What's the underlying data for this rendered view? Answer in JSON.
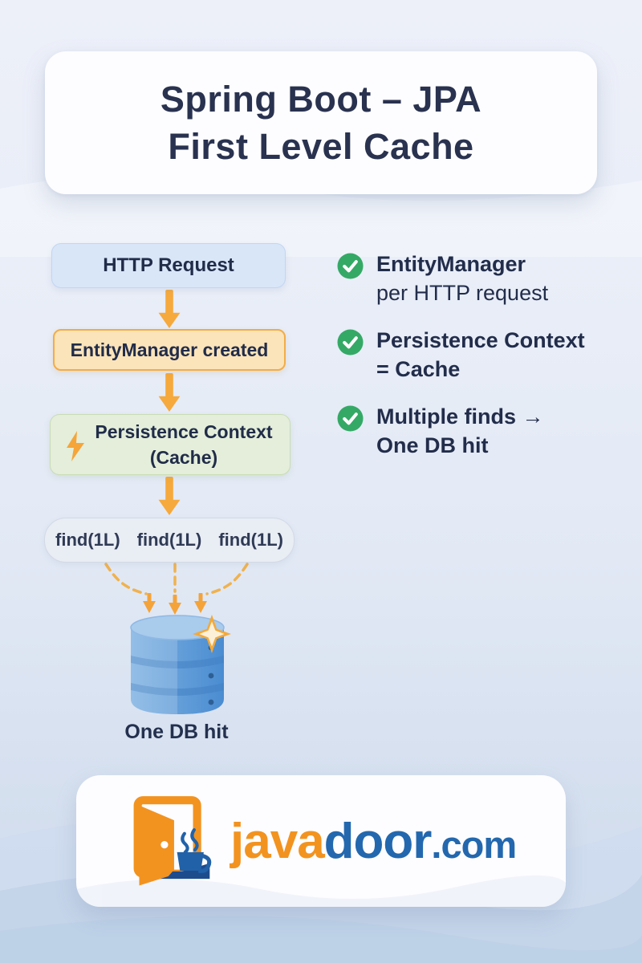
{
  "title": {
    "line1": "Spring Boot – JPA",
    "line2": "First Level Cache"
  },
  "flow": {
    "step1": "HTTP Request",
    "step2": "EntityManager created",
    "step3_line1": "Persistence Context",
    "step3_line2": "(Cache)",
    "finds": [
      "find(1L)",
      "find(1L)",
      "find(1L)"
    ],
    "db_caption": "One DB hit"
  },
  "bullets": [
    {
      "title": "EntityManager",
      "subtitle": "per HTTP request"
    },
    {
      "title": "Persistence Context",
      "subtitle": "= Cache"
    },
    {
      "title": "Multiple finds →",
      "subtitle": "One DB hit"
    }
  ],
  "footer": {
    "java": "java",
    "door": "door",
    "tld": ".com"
  },
  "icons": {
    "checkmark": "check-circle",
    "lightning": "lightning-bolt",
    "database": "database-cylinder",
    "sparkle": "sparkle-star",
    "logo": "open-door-coffee"
  },
  "colors": {
    "arrow_orange": "#f6a93c",
    "check_green": "#34a966",
    "navy_text": "#222d4b",
    "http_box_bg": "#d9e6f8",
    "entity_box_bg": "#fce4ba",
    "entity_box_border": "#f2ac48",
    "cache_box_bg": "#e4eeda",
    "find_box_bg": "#e9edf4",
    "db_blue_light": "#7fb2e2",
    "db_blue_dark": "#4f90d3",
    "logo_orange": "#f29320",
    "logo_blue": "#2368ae"
  }
}
